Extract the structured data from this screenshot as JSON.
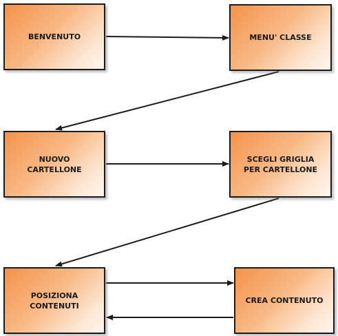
{
  "nodes": {
    "benvenuto": "BENVENUTO",
    "menu_classe": "MENU' CLASSE",
    "nuovo_cartellone": "NUOVO\nCARTELLONE",
    "scegli_griglia": "SCEGLI GRIGLIA\nPER CARTELLONE",
    "posiziona_contenuti": "POSIZIONA\nCONTENUTI",
    "crea_contenuto": "CREA CONTENUTO"
  },
  "edges": [
    {
      "from": "benvenuto",
      "to": "menu_classe"
    },
    {
      "from": "menu_classe",
      "to": "nuovo_cartellone"
    },
    {
      "from": "nuovo_cartellone",
      "to": "scegli_griglia"
    },
    {
      "from": "scegli_griglia",
      "to": "posiziona_contenuti"
    },
    {
      "from": "posiziona_contenuti",
      "to": "crea_contenuto"
    },
    {
      "from": "crea_contenuto",
      "to": "posiziona_contenuti"
    }
  ],
  "colors": {
    "box_fill_start": "#f4924a",
    "box_fill_end": "#fff6ee",
    "stroke": "#1a1a1a"
  }
}
